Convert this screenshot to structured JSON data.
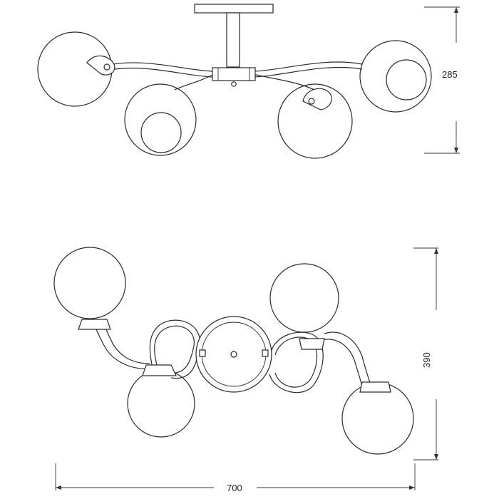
{
  "dimensions": {
    "side_height": "285",
    "top_depth": "390",
    "width": "700"
  }
}
